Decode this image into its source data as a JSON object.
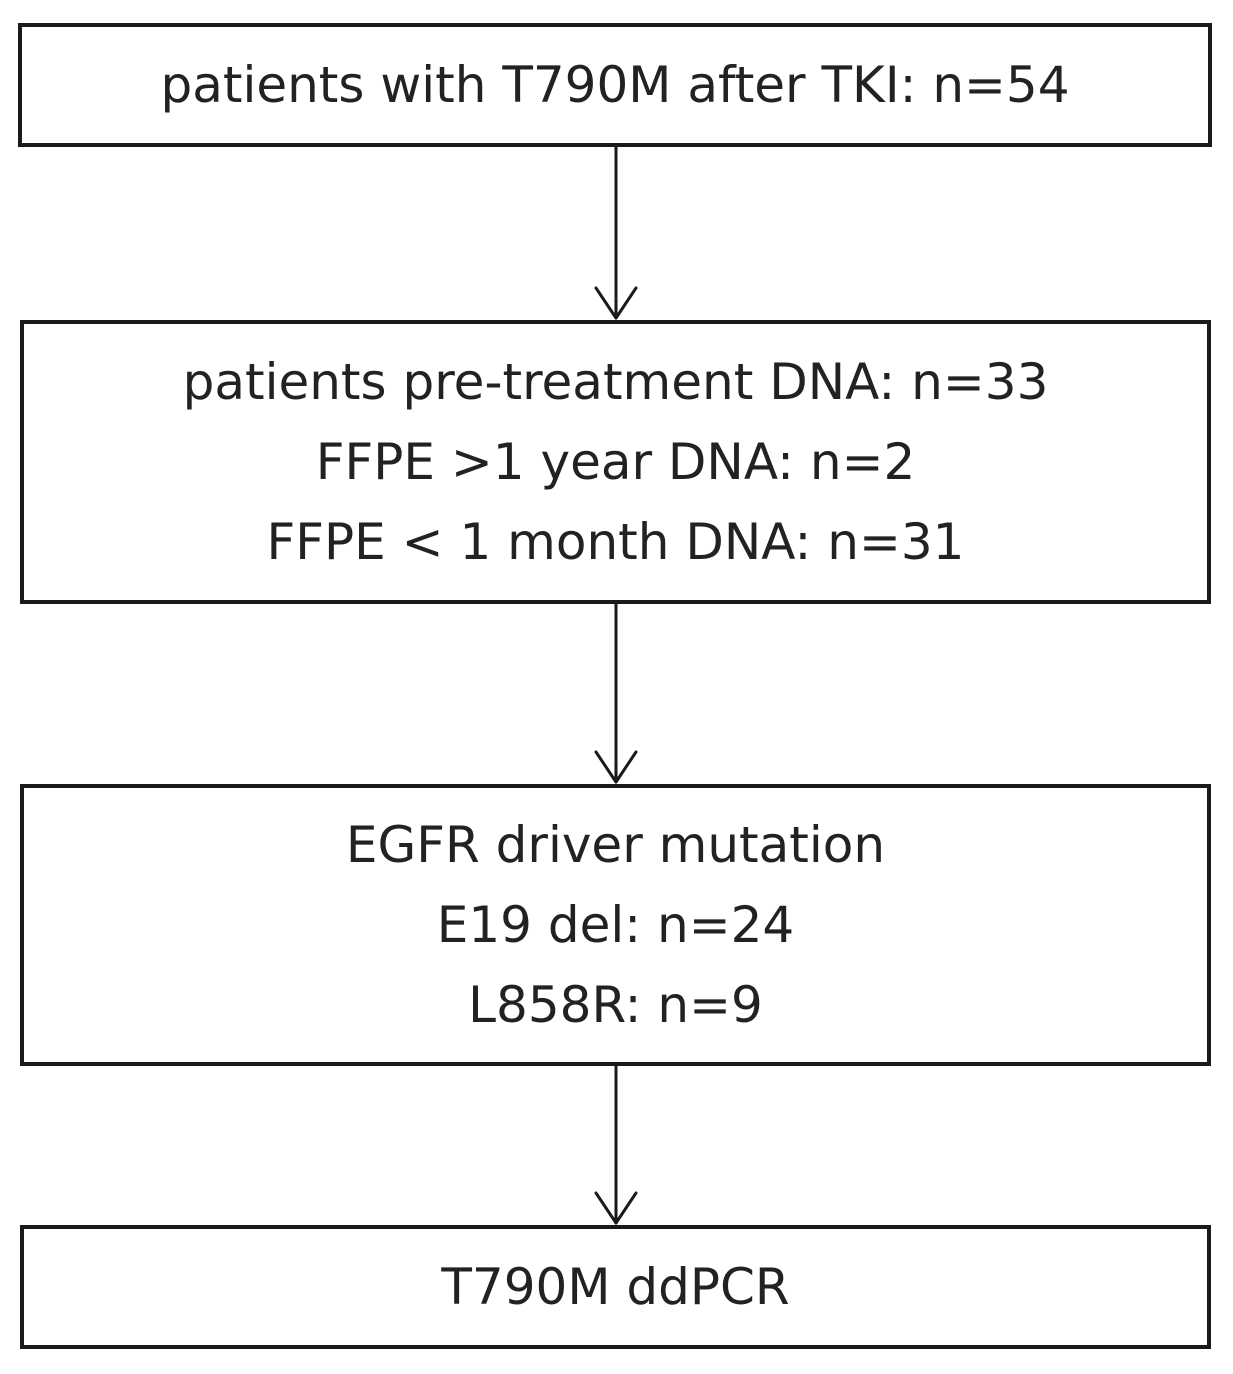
{
  "flowchart": {
    "steps": [
      {
        "lines": [
          "patients with T790M after TKI: n=54"
        ]
      },
      {
        "lines": [
          "patients pre-treatment DNA: n=33",
          "FFPE >1 year DNA: n=2",
          "FFPE < 1 month DNA: n=31"
        ]
      },
      {
        "lines": [
          "EGFR driver mutation",
          "E19 del: n=24",
          "L858R: n=9"
        ]
      },
      {
        "lines": [
          "T790M ddPCR"
        ]
      }
    ]
  },
  "colors": {
    "border": "#1a1a1a",
    "text": "#222222",
    "background": "#ffffff"
  }
}
